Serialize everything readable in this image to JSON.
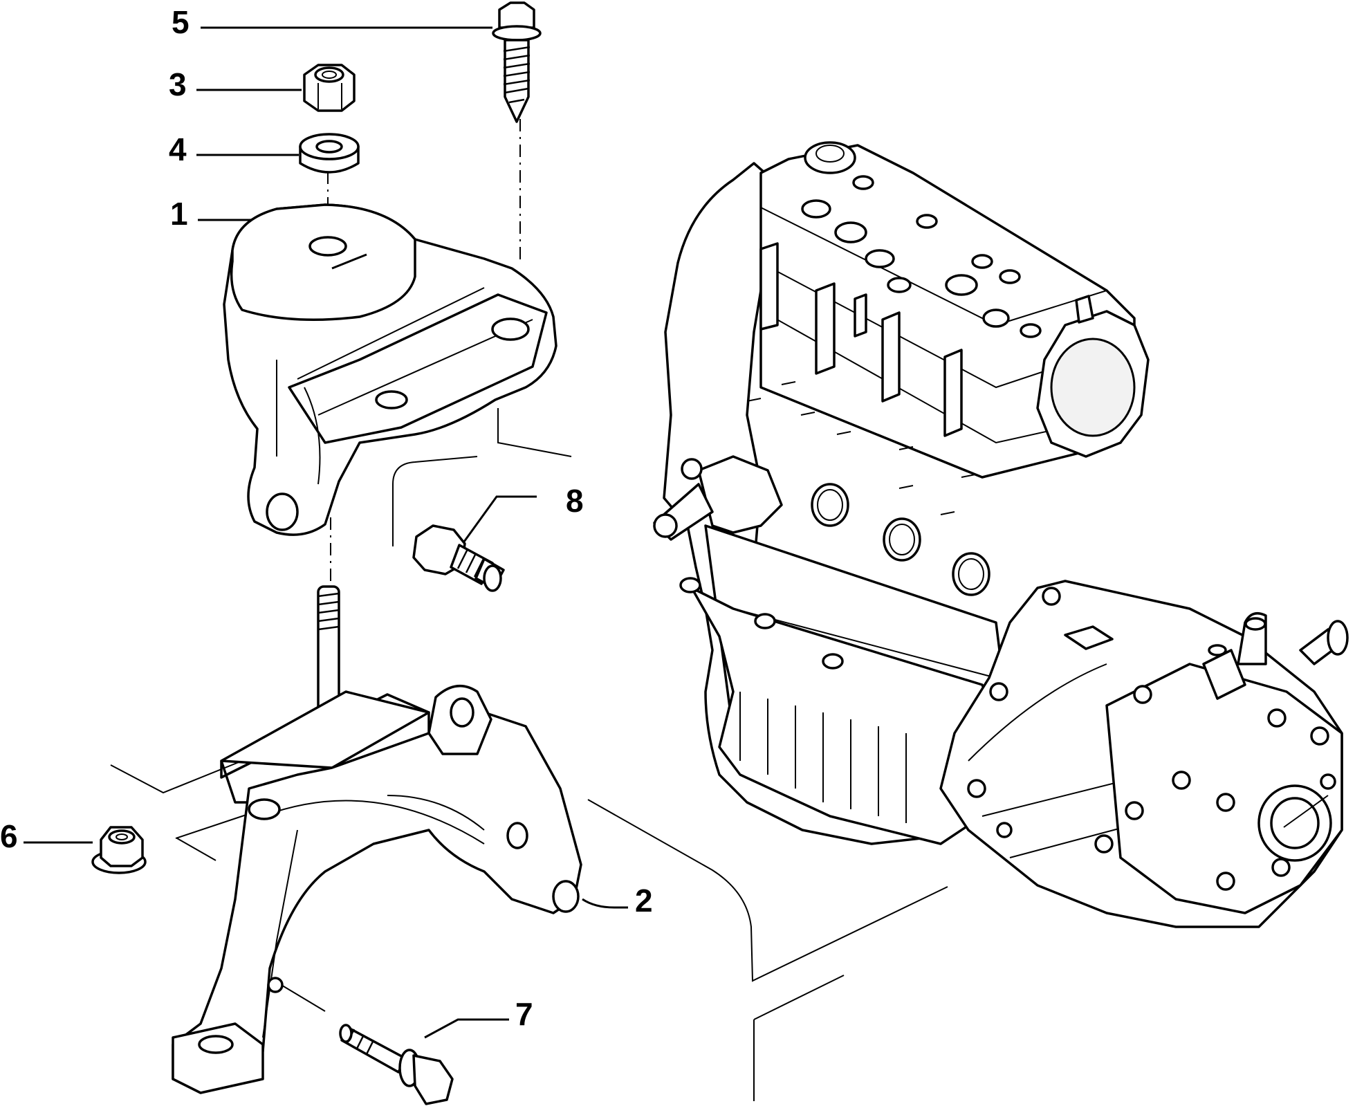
{
  "diagram": {
    "callouts": [
      {
        "id": "5",
        "label": "5"
      },
      {
        "id": "3",
        "label": "3"
      },
      {
        "id": "4",
        "label": "4"
      },
      {
        "id": "1",
        "label": "1"
      },
      {
        "id": "8",
        "label": "8"
      },
      {
        "id": "6",
        "label": "6"
      },
      {
        "id": "2",
        "label": "2"
      },
      {
        "id": "7",
        "label": "7"
      }
    ]
  }
}
